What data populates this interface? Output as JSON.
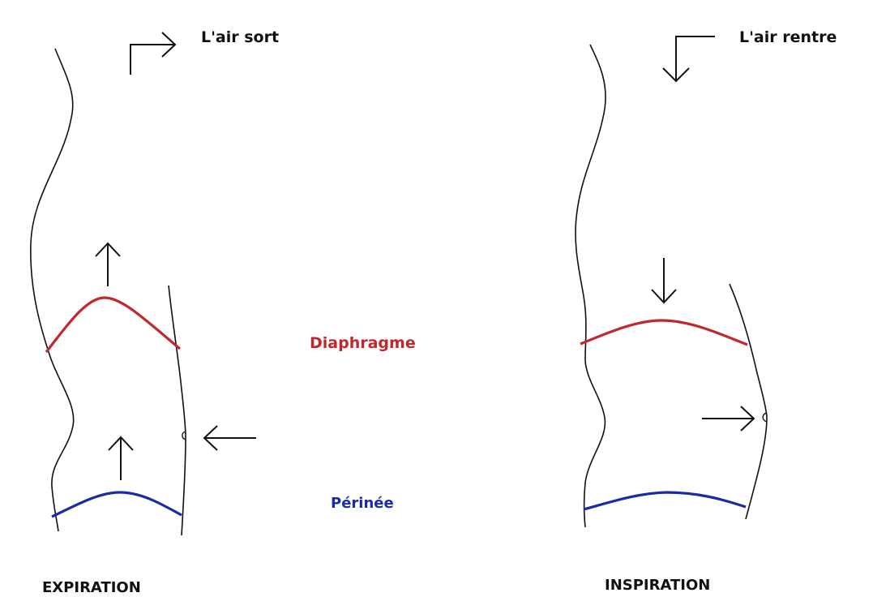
{
  "labels": {
    "air_out": "L'air sort",
    "air_in": "L'air rentre",
    "diaphragm": "Diaphragme",
    "perineum": "Périnée",
    "expiration": "EXPIRATION",
    "inspiration": "INSPIRATION"
  },
  "colors": {
    "diaphragm": "#c0282c",
    "perineum": "#1a2aa8",
    "outline": "#111111",
    "background": "#ffffff"
  }
}
